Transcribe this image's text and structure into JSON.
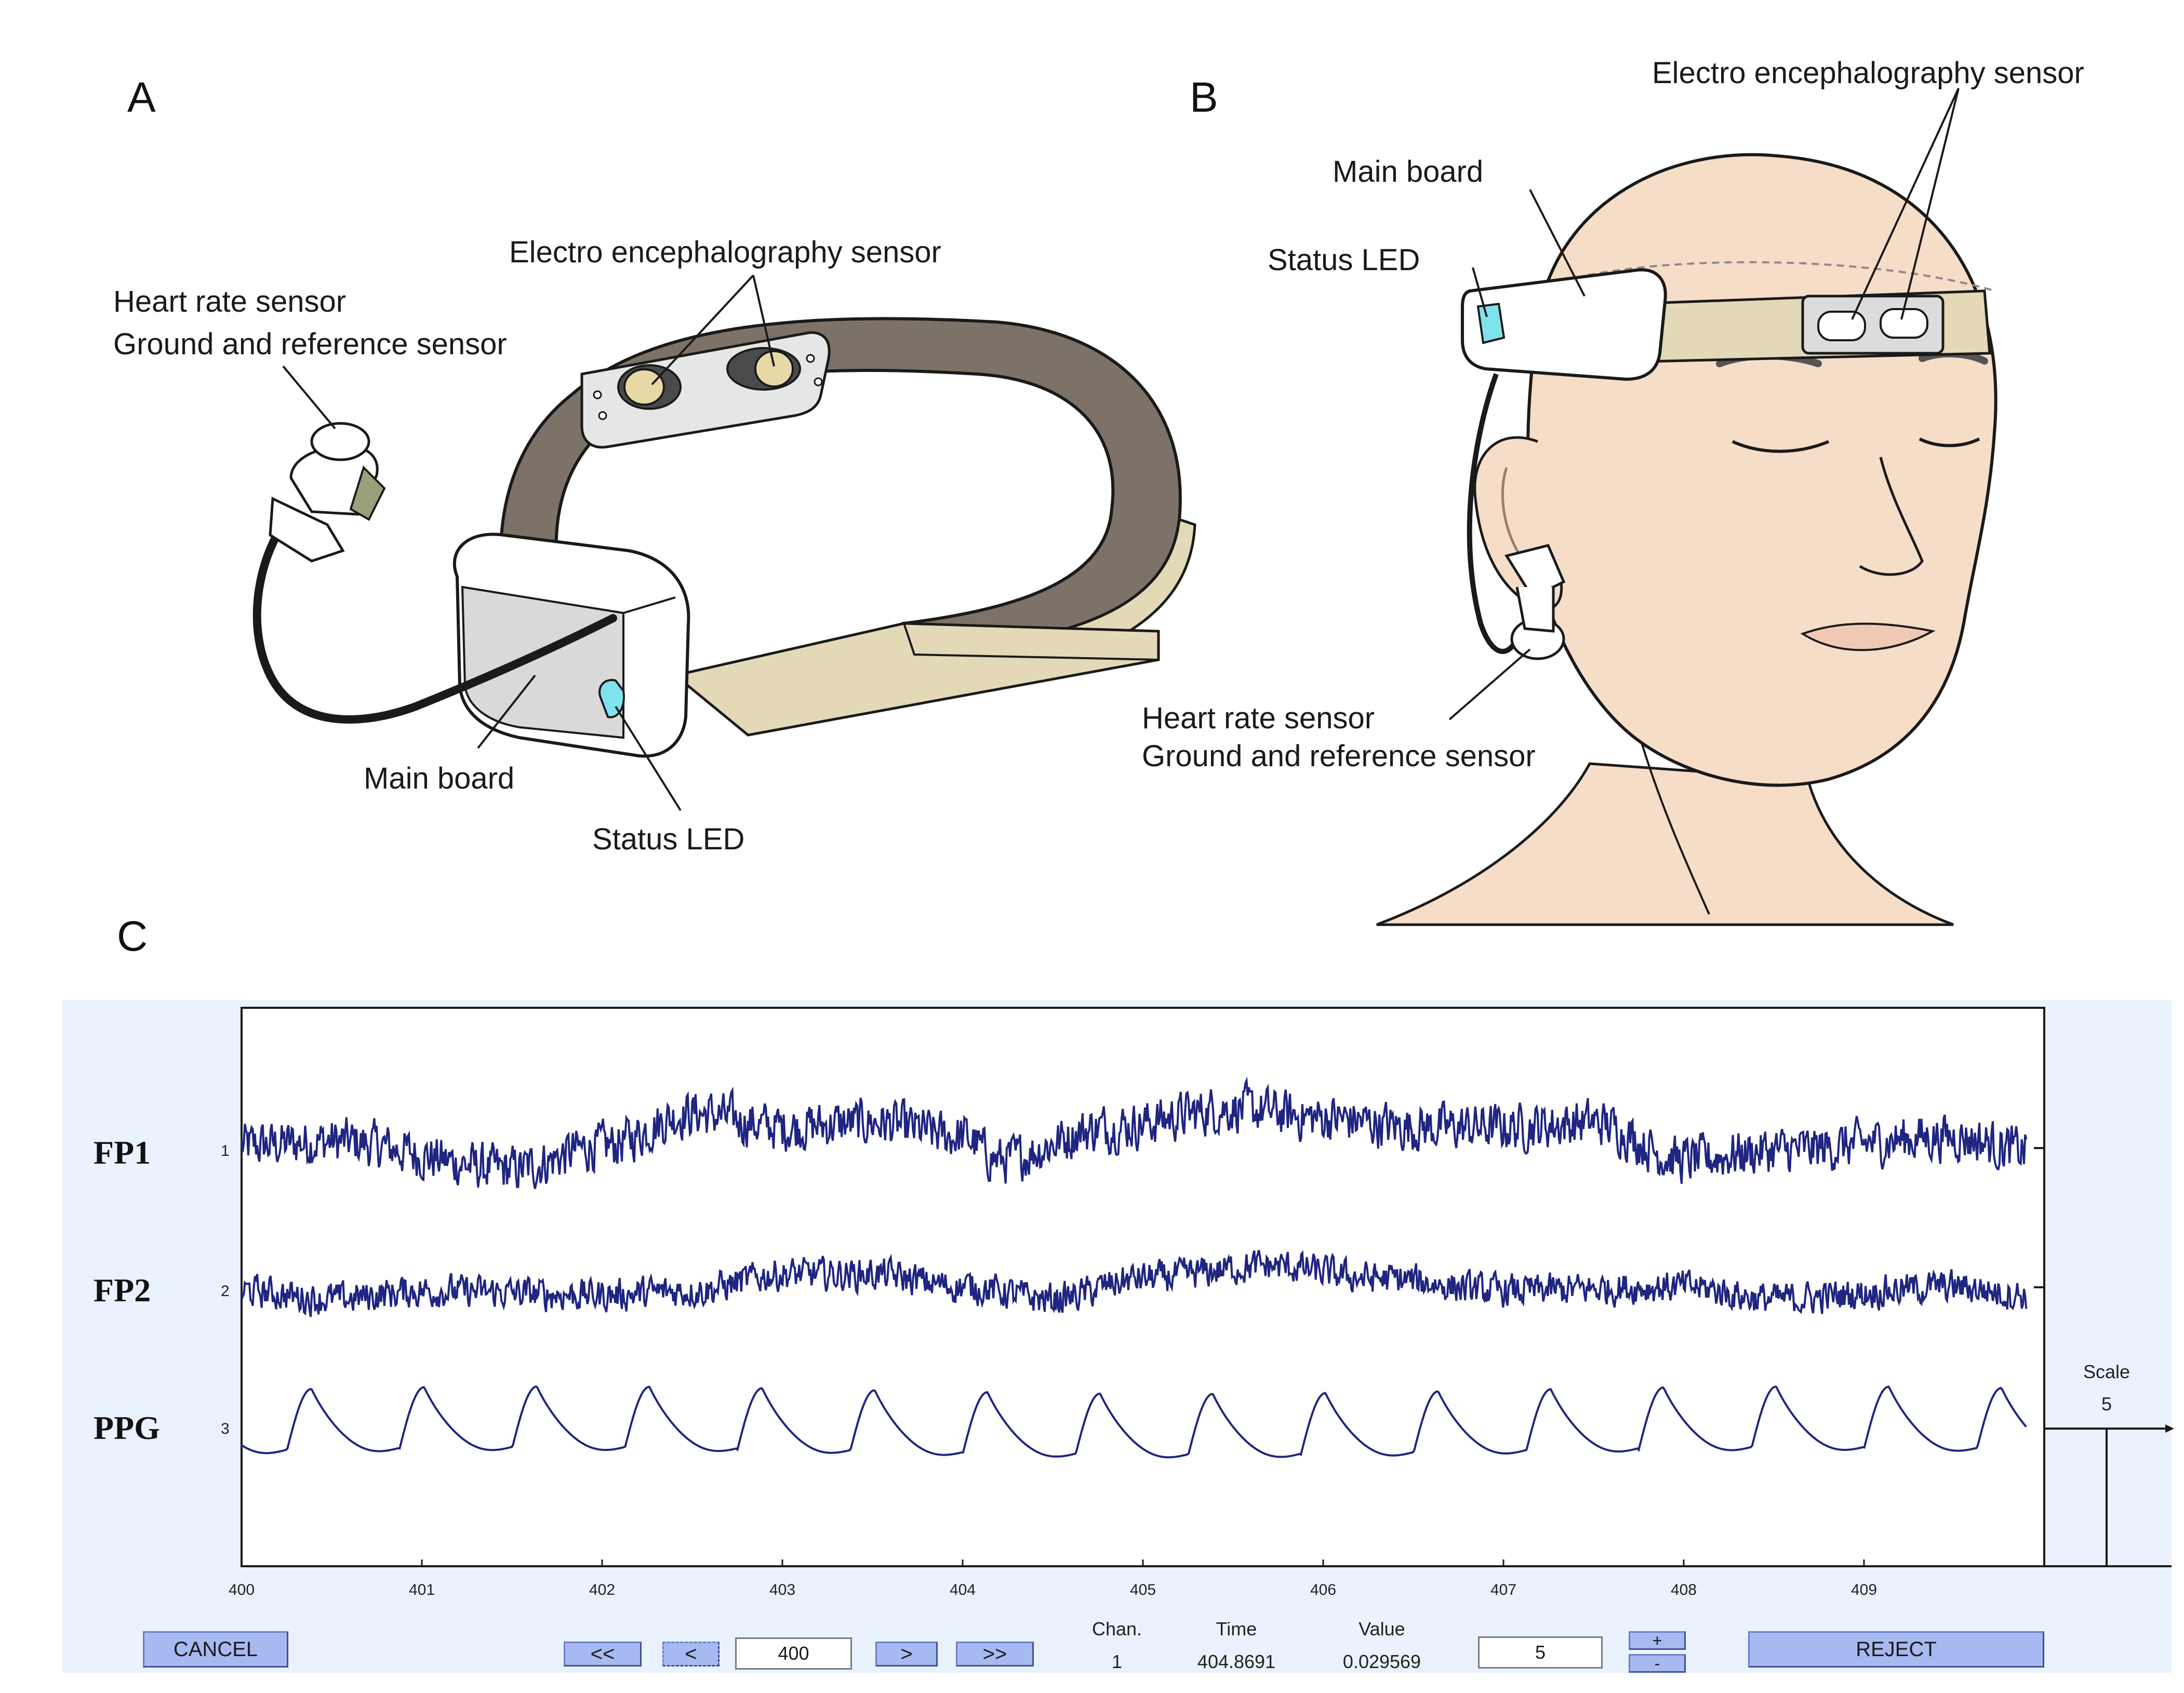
{
  "panels": {
    "a": {
      "letter": "A",
      "eeg_label": "Electro encephalography sensor",
      "hr_label_1": "Heart rate sensor",
      "hr_label_2": "Ground and reference sensor",
      "main_board_label": "Main board",
      "status_led_label": "Status LED"
    },
    "b": {
      "letter": "B",
      "eeg_label": "Electro encephalography sensor",
      "main_board_label": "Main board",
      "status_led_label": "Status LED",
      "hr_label_1": "Heart rate sensor",
      "hr_label_2": "Ground and reference sensor"
    },
    "c": {
      "letter": "C"
    }
  },
  "colors": {
    "signal": "#1f2580",
    "viewer_bg": "#e9f2fd",
    "button": "#a7b9f1",
    "skin": "#f6ddc8",
    "band": "#e3d9b7",
    "strap_inner": "#7c7268",
    "led": "#7fe3ee"
  },
  "viewer": {
    "channels": [
      {
        "name": "FP1",
        "index": "1"
      },
      {
        "name": "FP2",
        "index": "2"
      },
      {
        "name": "PPG",
        "index": "3"
      }
    ],
    "x_ticks": [
      "400",
      "401",
      "402",
      "403",
      "404",
      "405",
      "406",
      "407",
      "408",
      "409"
    ],
    "controls": {
      "cancel": "CANCEL",
      "first": "<<",
      "prev": "< ",
      "window_start": "400",
      "next": ">",
      "last": ">>",
      "plus": "+",
      "minus": "-",
      "reject": "REJECT",
      "scale_input": "5"
    },
    "readout": {
      "chan_label": "Chan.",
      "chan_value": "1",
      "time_label": "Time",
      "time_value": "404.8691",
      "value_label": "Value",
      "value_value": "0.029569"
    },
    "scale": {
      "label": "Scale",
      "value": "5"
    }
  },
  "chart_data": {
    "type": "line",
    "x_range": [
      400,
      410
    ],
    "x_ticks": [
      400,
      401,
      402,
      403,
      404,
      405,
      406,
      407,
      408,
      409
    ],
    "series": [
      {
        "name": "FP1",
        "kind": "eeg",
        "baseline_offset": [
          [
            400,
            0.1
          ],
          [
            400.5,
            0.2
          ],
          [
            401.5,
            -0.4
          ],
          [
            402,
            0.1
          ],
          [
            402.5,
            0.8
          ],
          [
            403,
            0.5
          ],
          [
            403.5,
            0.6
          ],
          [
            404,
            0.3
          ],
          [
            404.2,
            -0.2
          ],
          [
            404.8,
            0.5
          ],
          [
            405.5,
            0.9
          ],
          [
            406,
            0.7
          ],
          [
            406.5,
            0.5
          ],
          [
            407,
            0.5
          ],
          [
            407.5,
            0.6
          ],
          [
            408,
            -0.2
          ],
          [
            408.5,
            0.0
          ],
          [
            409.5,
            0.3
          ],
          [
            409.9,
            0.0
          ]
        ]
      },
      {
        "name": "FP2",
        "kind": "eeg",
        "baseline_offset": [
          [
            400,
            0.0
          ],
          [
            400.5,
            -0.2
          ],
          [
            401,
            0.0
          ],
          [
            402,
            -0.1
          ],
          [
            402.5,
            0.0
          ],
          [
            403,
            0.4
          ],
          [
            403.5,
            0.4
          ],
          [
            404,
            0.1
          ],
          [
            404.5,
            -0.2
          ],
          [
            405,
            0.3
          ],
          [
            405.7,
            0.6
          ],
          [
            406.3,
            0.3
          ],
          [
            407,
            0.0
          ],
          [
            408,
            0.1
          ],
          [
            408.5,
            -0.2
          ],
          [
            409.5,
            0.1
          ],
          [
            409.9,
            -0.1
          ]
        ]
      },
      {
        "name": "PPG",
        "kind": "ppg",
        "beats_per_second": 1.6
      }
    ]
  }
}
